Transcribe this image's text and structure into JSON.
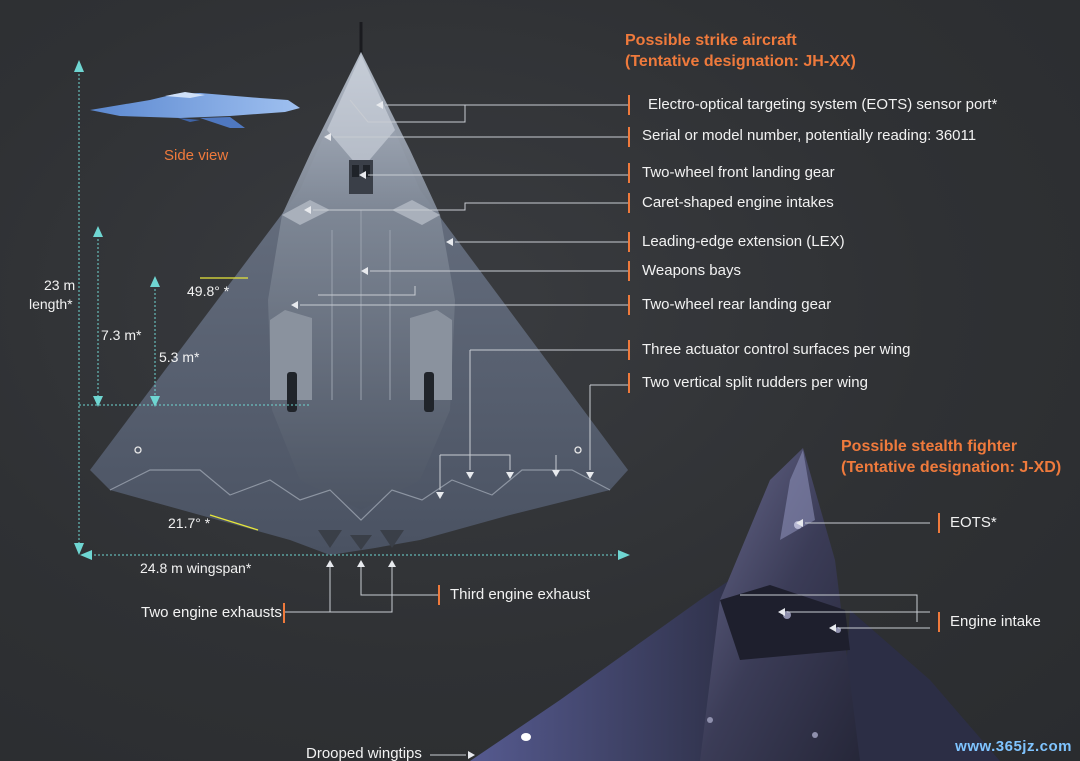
{
  "strike": {
    "title_line1": "Possible strike aircraft",
    "title_line2": "(Tentative designation: JH-XX)",
    "side_view": "Side view",
    "callouts": [
      "Electro-optical targeting system (EOTS) sensor port*",
      "Serial or model number, potentially reading: 36011",
      "Two-wheel front landing gear",
      "Caret-shaped engine intakes",
      "Leading-edge extension (LEX)",
      "Weapons bays",
      "Two-wheel rear landing gear",
      "Three actuator control surfaces per wing",
      "Two vertical split rudders per wing"
    ],
    "bottom_callouts": {
      "two_exhausts": "Two engine exhausts",
      "third_exhaust": "Third engine exhaust"
    },
    "dimensions": {
      "length": "23 m",
      "length_label": "length*",
      "d73": "7.3 m*",
      "d53": "5.3 m*",
      "angle1": "49.8° *",
      "angle2": "21.7° *",
      "wingspan": "24.8 m wingspan*"
    }
  },
  "fighter": {
    "title_line1": "Possible stealth fighter",
    "title_line2": "(Tentative designation: J-XD)",
    "callouts": {
      "eots": "EOTS*",
      "intake": "Engine intake",
      "wingtips": "Drooped wingtips"
    }
  },
  "watermark": "www.365jz.com",
  "colors": {
    "accent": "#ef7a3c",
    "dimension_arrow": "#6fd6d2",
    "background": "#2f3134"
  }
}
